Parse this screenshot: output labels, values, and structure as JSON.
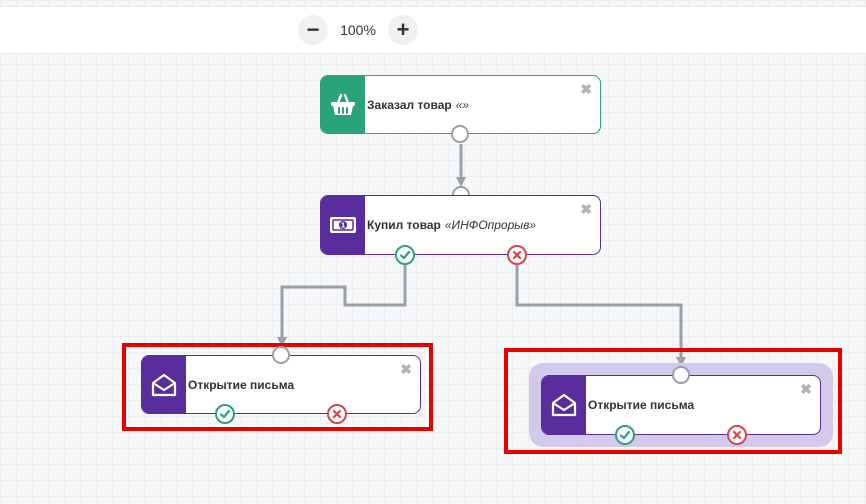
{
  "toolbar": {
    "zoom_out_label": "−",
    "zoom_level": "100%",
    "zoom_in_label": "+"
  },
  "nodes": {
    "ordered": {
      "title": "Заказал товар",
      "param": "«»",
      "close": "✖",
      "color": "#2aa27a",
      "icon": "basket-icon"
    },
    "bought": {
      "title": "Купил товар",
      "param": "«ИНФОпрорыв»",
      "close": "✖",
      "color": "#5a2d9c",
      "icon": "money-icon"
    },
    "open_left": {
      "title": "Открытие письма",
      "close": "✖",
      "color": "#5a2d9c",
      "icon": "envelope-open-icon"
    },
    "open_right": {
      "title": "Открытие письма",
      "close": "✖",
      "color": "#5a2d9c",
      "icon": "envelope-open-icon"
    }
  },
  "colors": {
    "yes": "#2aa27a",
    "no": "#d9434b",
    "highlight": "#e60000",
    "selection_halo": "#d3c9ec",
    "wire": "#9aa0a6"
  }
}
